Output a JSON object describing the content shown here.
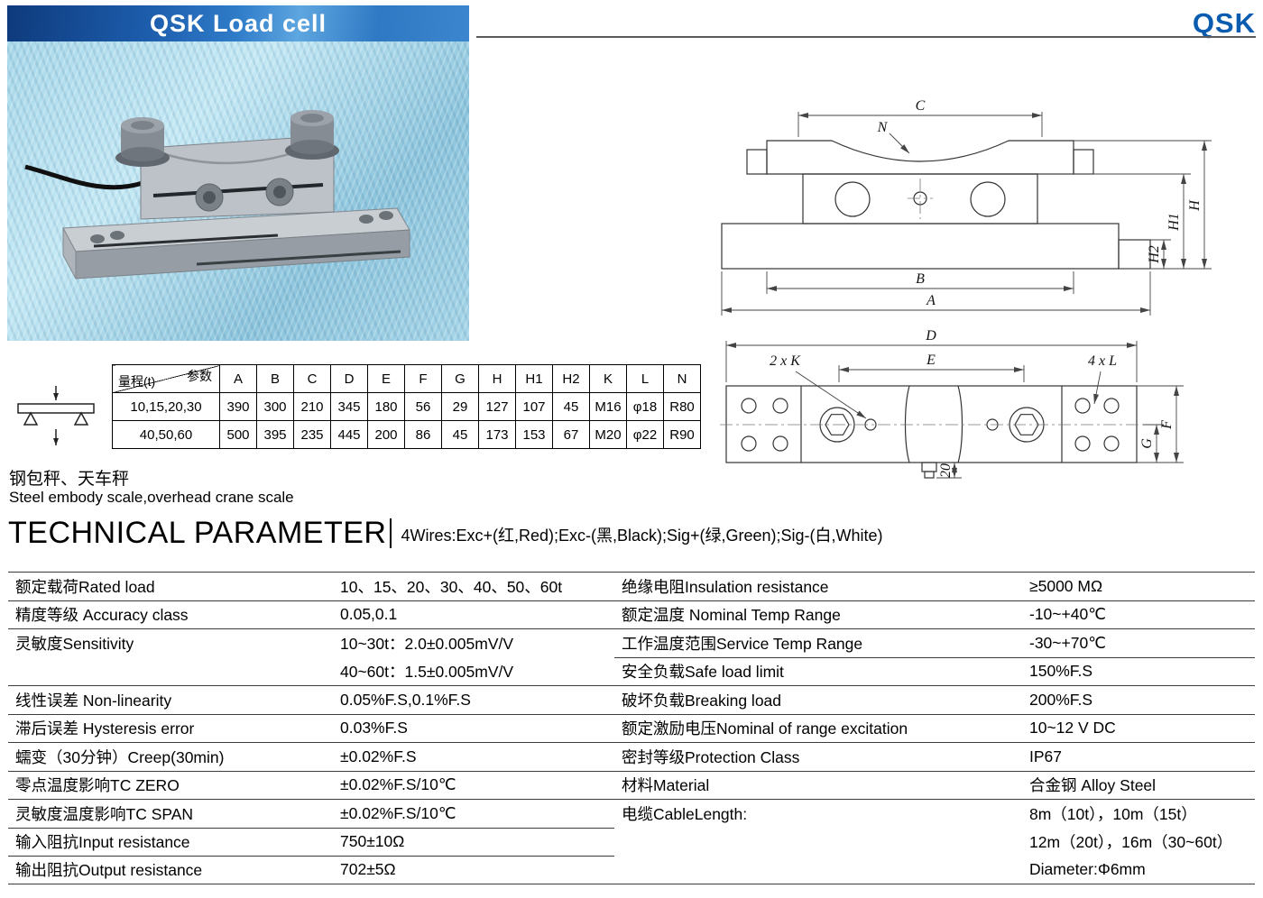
{
  "header": {
    "banner_title": "QSK  Load cell",
    "brand": "QSK"
  },
  "dim_table": {
    "corner_param": "参数",
    "corner_range": "量程(t)",
    "columns": [
      "A",
      "B",
      "C",
      "D",
      "E",
      "F",
      "G",
      "H",
      "H1",
      "H2",
      "K",
      "L",
      "N"
    ],
    "rows": [
      {
        "range": "10,15,20,30",
        "values": [
          "390",
          "300",
          "210",
          "345",
          "180",
          "56",
          "29",
          "127",
          "107",
          "45",
          "M16",
          "φ18",
          "R80"
        ]
      },
      {
        "range": "40,50,60",
        "values": [
          "500",
          "395",
          "235",
          "445",
          "200",
          "86",
          "45",
          "173",
          "153",
          "67",
          "M20",
          "φ22",
          "R90"
        ]
      }
    ]
  },
  "application": {
    "cn": "钢包秤、天车秤",
    "en": "Steel embody scale,overhead crane scale"
  },
  "tech": {
    "title": "TECHNICAL PARAMETER",
    "wires": "4Wires:Exc+(红,Red);Exc-(黑,Black);Sig+(绿,Green);Sig-(白,White)",
    "rows": [
      {
        "l1": "额定载荷Rated load",
        "v1": "10、15、20、30、40、50、60t",
        "l2": "绝缘电阻Insulation resistance",
        "v2": "≥5000 MΩ"
      },
      {
        "l1": "精度等级 Accuracy class",
        "v1": "0.05,0.1",
        "l2": "额定温度 Nominal Temp Range",
        "v2": "-10~+40℃"
      },
      {
        "l1": "灵敏度Sensitivity",
        "v1": "10~30t：2.0±0.005mV/V",
        "l2": "工作温度范围Service Temp Range",
        "v2": "-30~+70℃"
      },
      {
        "l1": "",
        "v1": "40~60t：1.5±0.005mV/V",
        "l2": "安全负载Safe load limit",
        "v2": "150%F.S"
      },
      {
        "l1": "线性误差 Non-linearity",
        "v1": "0.05%F.S,0.1%F.S",
        "l2": "破坏负载Breaking load",
        "v2": "200%F.S"
      },
      {
        "l1": "滞后误差 Hysteresis error",
        "v1": "0.03%F.S",
        "l2": "额定激励电压Nominal of range excitation",
        "v2": "10~12 V DC"
      },
      {
        "l1": "蠕变（30分钟）Creep(30min)",
        "v1": "±0.02%F.S",
        "l2": "密封等级Protection Class",
        "v2": "IP67"
      },
      {
        "l1": "零点温度影响TC ZERO",
        "v1": "±0.02%F.S/10℃",
        "l2": "材料Material",
        "v2": "合金钢 Alloy Steel"
      },
      {
        "l1": "灵敏度温度影响TC SPAN",
        "v1": "±0.02%F.S/10℃",
        "l2": "电缆CableLength:",
        "v2": "8m（10t），10m（15t）"
      },
      {
        "l1": "输入阻抗Input resistance",
        "v1": "750±10Ω",
        "l2": "",
        "v2": "12m（20t），16m（30~60t）"
      },
      {
        "l1": "输出阻抗Output resistance",
        "v1": "702±5Ω",
        "l2": "",
        "v2": "Diameter:Φ6mm"
      }
    ]
  },
  "drawing": {
    "labels": {
      "c": "C",
      "n": "N",
      "h": "H",
      "h1": "H1",
      "h2": "H2",
      "b": "B",
      "a": "A",
      "d": "D",
      "e": "E",
      "k": "2 x K",
      "l": "4 x L",
      "g": "G",
      "f": "F",
      "twenty": "20"
    }
  }
}
